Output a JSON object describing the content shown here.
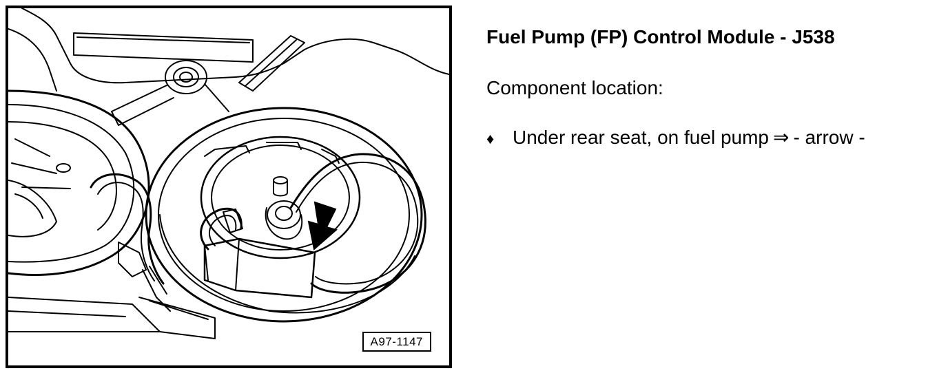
{
  "figure": {
    "label": "A97-1147"
  },
  "content": {
    "title": "Fuel Pump (FP) Control Module - J538",
    "location_heading": "Component location:",
    "bullet_symbol": "♦",
    "bullet_text_before": "Under rear seat, on fuel pump",
    "reference_symbol": "⇒",
    "bullet_text_after": "- arrow -"
  },
  "colors": {
    "ink": "#000000",
    "paper": "#ffffff"
  }
}
